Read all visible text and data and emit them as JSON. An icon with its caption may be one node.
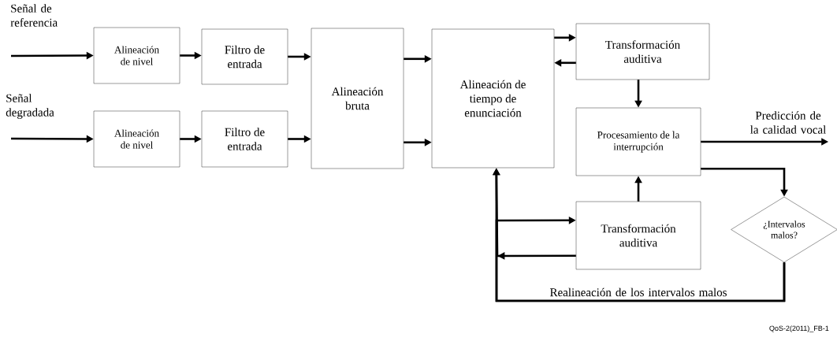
{
  "diagram": {
    "nodes": [
      {
        "text": [
          "Alineación de nivel"
        ]
      },
      {
        "text": [
          "Filtro de entrada"
        ]
      },
      {
        "text": [
          "Alineación de nivel"
        ]
      },
      {
        "text": [
          "Filtro de entrada"
        ]
      },
      {
        "text": [
          "Alineación bruta"
        ]
      },
      {
        "text": [
          "Alineación de tiempo de enunciación"
        ]
      },
      {
        "text": [
          "Transformación auditiva"
        ]
      },
      {
        "text": [
          "Procesamiento de la interrupción"
        ]
      },
      {
        "text": [
          "Transformación auditiva"
        ]
      },
      {
        "text": [
          "¿Intervalos malos?"
        ]
      }
    ],
    "edges": [
      {
        "from": null,
        "to": 0,
        "arrow": "to",
        "label": "Señal de referencia"
      },
      {
        "from": null,
        "to": 2,
        "arrow": "to",
        "label": "Señal degradada"
      },
      {
        "from": 0,
        "to": 1,
        "arrow": "to"
      },
      {
        "from": 2,
        "to": 3,
        "arrow": "to"
      },
      {
        "from": 1,
        "to": 4,
        "arrow": "to"
      },
      {
        "from": 3,
        "to": 4,
        "arrow": "to"
      },
      {
        "from": 4,
        "to": 5,
        "arrow": "to"
      },
      {
        "from": 4,
        "to": 5,
        "arrow": "to"
      },
      {
        "from": 5,
        "to": 6,
        "arrow": "to"
      },
      {
        "from": 6,
        "to": 5,
        "arrow": "to"
      },
      {
        "from": 6,
        "to": 7,
        "arrow": "to"
      },
      {
        "from": 8,
        "to": 7,
        "arrow": "to"
      },
      {
        "from": 7,
        "to": null,
        "arrow": "to",
        "label": "Predicción de la calidad vocal"
      },
      {
        "from": 7,
        "to": 9,
        "arrow": "to"
      },
      {
        "from": 9,
        "to": 5,
        "arrow": "to",
        "label": "Realineación de los intervalos malos"
      },
      {
        "from": 9,
        "to": 8,
        "arrow": "to"
      },
      {
        "from": 8,
        "to": 5,
        "arrow": "to"
      }
    ],
    "labels": [
      "QoS-2(2011)_FB-1"
    ]
  }
}
